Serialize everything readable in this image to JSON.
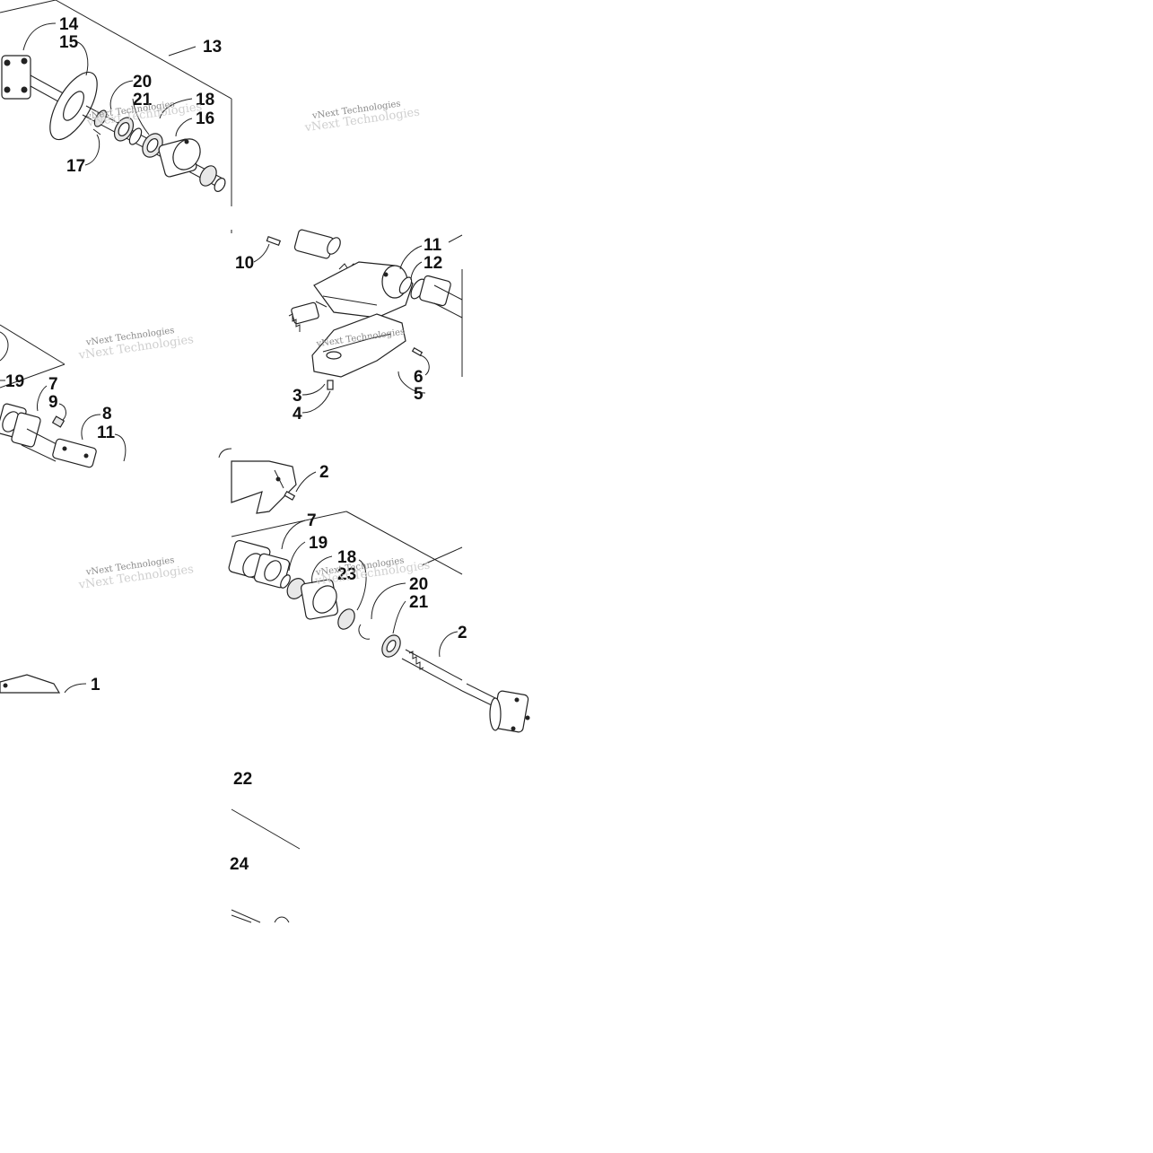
{
  "diagram": {
    "watermark_text": "vNext Technologies",
    "callouts": {
      "c14": "14",
      "c15": "15",
      "c13": "13",
      "c20a": "20",
      "c21a": "21",
      "c18a": "18",
      "c16": "16",
      "c17": "17",
      "c10": "10",
      "c11a": "11",
      "c12": "12",
      "c3": "3",
      "c4": "4",
      "c6": "6",
      "c5": "5",
      "c19a": "19",
      "c7a": "7",
      "c9": "9",
      "c8": "8",
      "c11b": "11",
      "c2": "2",
      "c7b": "7",
      "c19b": "19",
      "c18b": "18",
      "c23": "23",
      "c20b": "20",
      "c21b": "21",
      "c2b": "2",
      "c1": "1",
      "c22": "22",
      "c24": "24"
    }
  }
}
